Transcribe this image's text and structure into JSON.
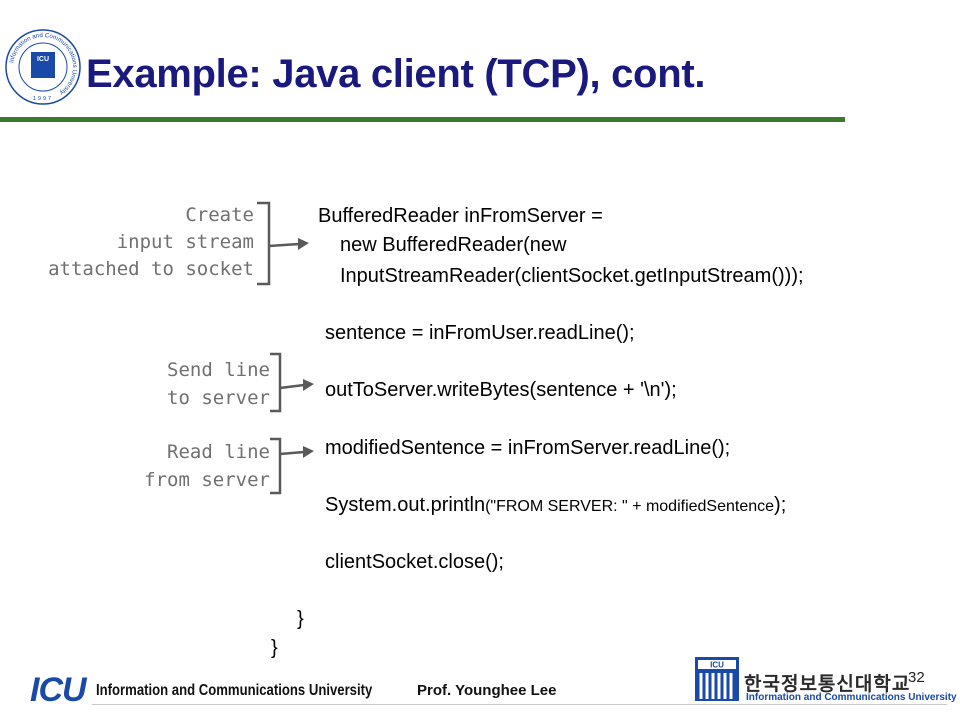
{
  "slide": {
    "title": "Example: Java client (TCP), cont.",
    "page_number": "32"
  },
  "logo": {
    "ring_text": "Information and Communications University",
    "year": "1997",
    "abbrev": "ICU"
  },
  "annotations": {
    "create": [
      "Create",
      "input stream",
      "attached to socket"
    ],
    "send": [
      "Send line",
      "to server"
    ],
    "read": [
      "Read line",
      "from server"
    ]
  },
  "code": {
    "line1": "BufferedReader inFromServer =",
    "line2": "new BufferedReader(new",
    "line3": "InputStreamReader(clientSocket.getInputStream()));",
    "line4": "sentence = inFromUser.readLine();",
    "line5": "outToServer.writeBytes(sentence + '\\n');",
    "line6": "modifiedSentence = inFromServer.readLine();",
    "line7a": "System.out.println",
    "line7b": "(\"FROM SERVER: \" + modifiedSentence",
    "line7c": ");",
    "line8": "clientSocket.close();",
    "close1": "}",
    "close2": "}"
  },
  "footer": {
    "icu": "ICU",
    "university": "Information and Communications University",
    "author": "Prof. Younghee Lee",
    "korean_name": "한국정보통신대학교",
    "korean_sub": "Information and Communications University"
  },
  "colors": {
    "title": "#1a1a7e",
    "rule": "#3d7a2c",
    "annotation": "#707070",
    "bracket": "#5a5a5a",
    "logo_blue": "#1a4aa8"
  }
}
